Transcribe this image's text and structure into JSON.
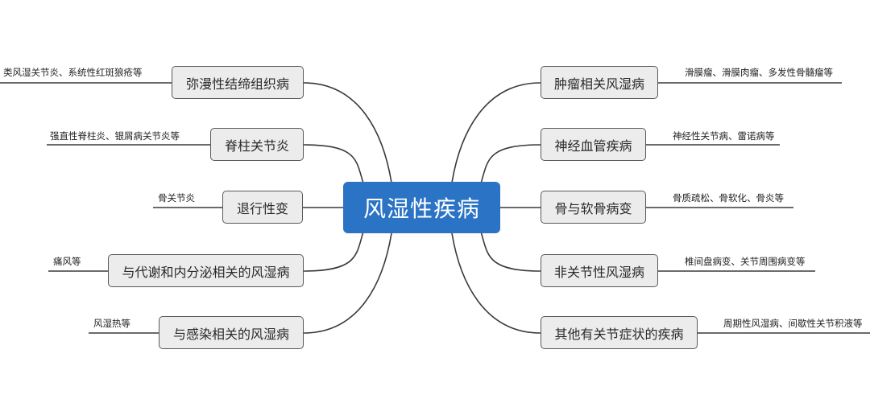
{
  "central": {
    "label": "风湿性疾病"
  },
  "left": [
    {
      "label": "弥漫性结缔组织病",
      "note": "类风湿关节炎、系统性红斑狼疮等"
    },
    {
      "label": "脊柱关节炎",
      "note": "强直性脊柱炎、银屑病关节炎等"
    },
    {
      "label": "退行性变",
      "note": "骨关节炎"
    },
    {
      "label": "与代谢和内分泌相关的风湿病",
      "note": "痛风等"
    },
    {
      "label": "与感染相关的风湿病",
      "note": "风湿热等"
    }
  ],
  "right": [
    {
      "label": "肿瘤相关风湿病",
      "note": "滑膜瘤、滑膜肉瘤、多发性骨髓瘤等"
    },
    {
      "label": "神经血管疾病",
      "note": "神经性关节病、雷诺病等"
    },
    {
      "label": "骨与软骨病变",
      "note": "骨质疏松、骨软化、骨炎等"
    },
    {
      "label": "非关节性风湿病",
      "note": "椎间盘病变、关节周围病变等"
    },
    {
      "label": "其他有关节症状的疾病",
      "note": "周期性风湿病、间歇性关节积液等"
    }
  ],
  "colors": {
    "central_fill": "#2b73c4",
    "topic_fill": "#ececec",
    "line": "#3a3a3a"
  }
}
